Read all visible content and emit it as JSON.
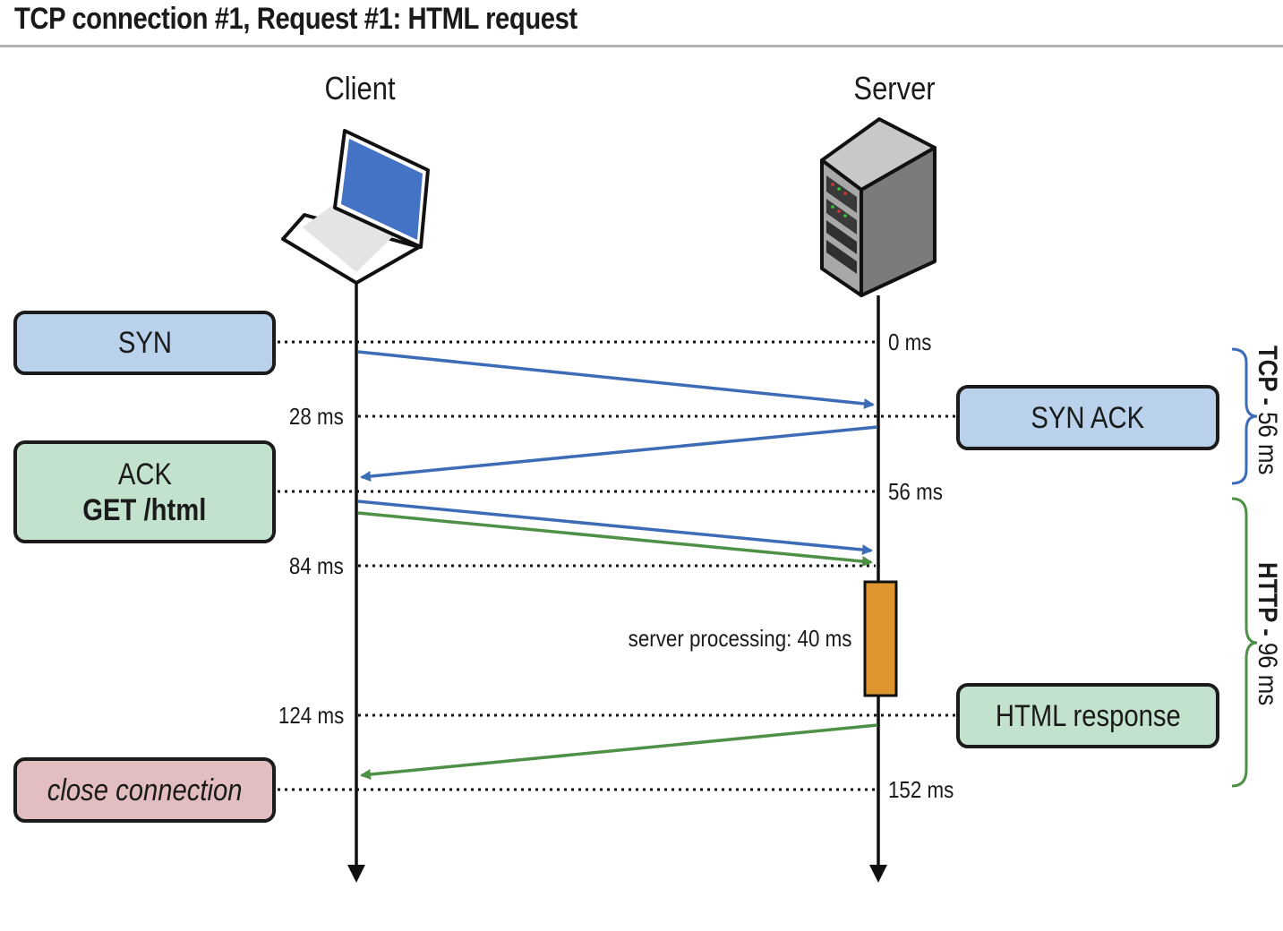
{
  "title": "TCP connection #1, Request #1: HTML request",
  "actors": {
    "client": "Client",
    "server": "Server"
  },
  "boxes": {
    "syn": "SYN",
    "syn_ack": "SYN ACK",
    "ack": "ACK",
    "get": "GET /html",
    "html_response": "HTML response",
    "close": "close connection"
  },
  "times": {
    "t0": "0 ms",
    "t28": "28 ms",
    "t56": "56 ms",
    "t84": "84 ms",
    "t124": "124 ms",
    "t152": "152 ms"
  },
  "processing": "server processing: 40 ms",
  "phases": {
    "tcp": {
      "name": "TCP",
      "sep": " - ",
      "duration": "56 ms"
    },
    "http": {
      "name": "HTTP",
      "sep": " - ",
      "duration": "96 ms"
    }
  },
  "colors": {
    "tcp_arrow": "#3d6cb7",
    "http_arrow": "#4e9146",
    "processing": "#e0962e",
    "laptop_screen": "#4472c4",
    "brace_tcp": "#3d6cb7",
    "brace_http": "#4e9146"
  }
}
